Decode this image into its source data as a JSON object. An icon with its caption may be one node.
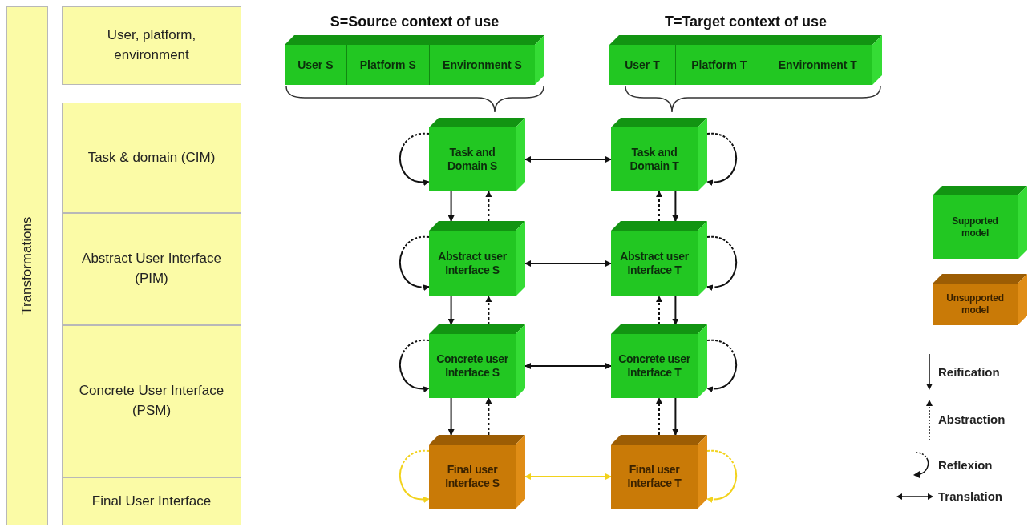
{
  "diagram": {
    "nodes": [
      {
        "text": [
          "Transformations"
        ]
      },
      {
        "text": [
          "User, platform, environment"
        ]
      },
      {
        "text": [
          "Task & domain (CIM)"
        ]
      },
      {
        "text": [
          "Abstract User Interface (PIM)"
        ]
      },
      {
        "text": [
          "Concrete User Interface (PSM)"
        ]
      },
      {
        "text": [
          "Final User Interface"
        ]
      },
      {
        "text": [
          "S=Source context of use"
        ]
      },
      {
        "text": [
          "User S"
        ],
        "in": 6
      },
      {
        "text": [
          "Platform S"
        ],
        "in": 6
      },
      {
        "text": [
          "Environment S"
        ],
        "in": 6
      },
      {
        "text": [
          "T=Target context of use"
        ]
      },
      {
        "text": [
          "User T"
        ],
        "in": 10
      },
      {
        "text": [
          "Platform T"
        ],
        "in": 10
      },
      {
        "text": [
          "Environment T"
        ],
        "in": 10
      },
      {
        "text": [
          "Task and Domain S"
        ]
      },
      {
        "text": [
          "Task and Domain T"
        ]
      },
      {
        "text": [
          "Abstract user Interface S"
        ]
      },
      {
        "text": [
          "Abstract user Interface T"
        ]
      },
      {
        "text": [
          "Concrete user Interface S"
        ]
      },
      {
        "text": [
          "Concrete user Interface T"
        ]
      },
      {
        "text": [
          "Final user Interface S"
        ]
      },
      {
        "text": [
          "Final user Interface T"
        ]
      },
      {
        "text": [
          "Supported model"
        ]
      },
      {
        "text": [
          "Unsupported model"
        ]
      }
    ],
    "edges": [
      {
        "from": 14,
        "to": 14,
        "arrow": "to",
        "style": "dashed"
      },
      {
        "from": 15,
        "to": 15,
        "arrow": "to",
        "style": "dashed"
      },
      {
        "from": 14,
        "to": 15,
        "arrow": "both"
      },
      {
        "from": 14,
        "to": 16,
        "arrow": "to"
      },
      {
        "from": 16,
        "to": 14,
        "arrow": "to",
        "style": "dashed"
      },
      {
        "from": 17,
        "to": 15,
        "arrow": "to",
        "style": "dashed"
      },
      {
        "from": 15,
        "to": 17,
        "arrow": "to"
      },
      {
        "from": 16,
        "to": 16,
        "arrow": "to",
        "style": "dashed"
      },
      {
        "from": 17,
        "to": 17,
        "arrow": "to",
        "style": "dashed"
      },
      {
        "from": 16,
        "to": 17,
        "arrow": "both"
      },
      {
        "from": 16,
        "to": 18,
        "arrow": "to"
      },
      {
        "from": 18,
        "to": 16,
        "arrow": "to",
        "style": "dashed"
      },
      {
        "from": 19,
        "to": 17,
        "arrow": "to",
        "style": "dashed"
      },
      {
        "from": 17,
        "to": 19,
        "arrow": "to"
      },
      {
        "from": 18,
        "to": 18,
        "arrow": "to",
        "style": "dashed"
      },
      {
        "from": 19,
        "to": 19,
        "arrow": "to",
        "style": "dashed"
      },
      {
        "from": 18,
        "to": 19,
        "arrow": "both"
      },
      {
        "from": 18,
        "to": 20,
        "arrow": "to"
      },
      {
        "from": 20,
        "to": 18,
        "arrow": "to",
        "style": "dashed"
      },
      {
        "from": 21,
        "to": 19,
        "arrow": "to",
        "style": "dashed"
      },
      {
        "from": 19,
        "to": 21,
        "arrow": "to"
      },
      {
        "from": 20,
        "to": 20,
        "arrow": "to",
        "style": "dashed",
        "color": "#f2d21c"
      },
      {
        "from": 21,
        "to": 21,
        "arrow": "to",
        "style": "dashed",
        "color": "#f2d21c"
      },
      {
        "from": 20,
        "to": 21,
        "arrow": "both",
        "color": "#f2d21c"
      }
    ],
    "legend": [
      {
        "text": "Reification"
      },
      {
        "text": "Abstraction"
      },
      {
        "text": "Reflexion"
      },
      {
        "text": "Translation"
      }
    ]
  }
}
